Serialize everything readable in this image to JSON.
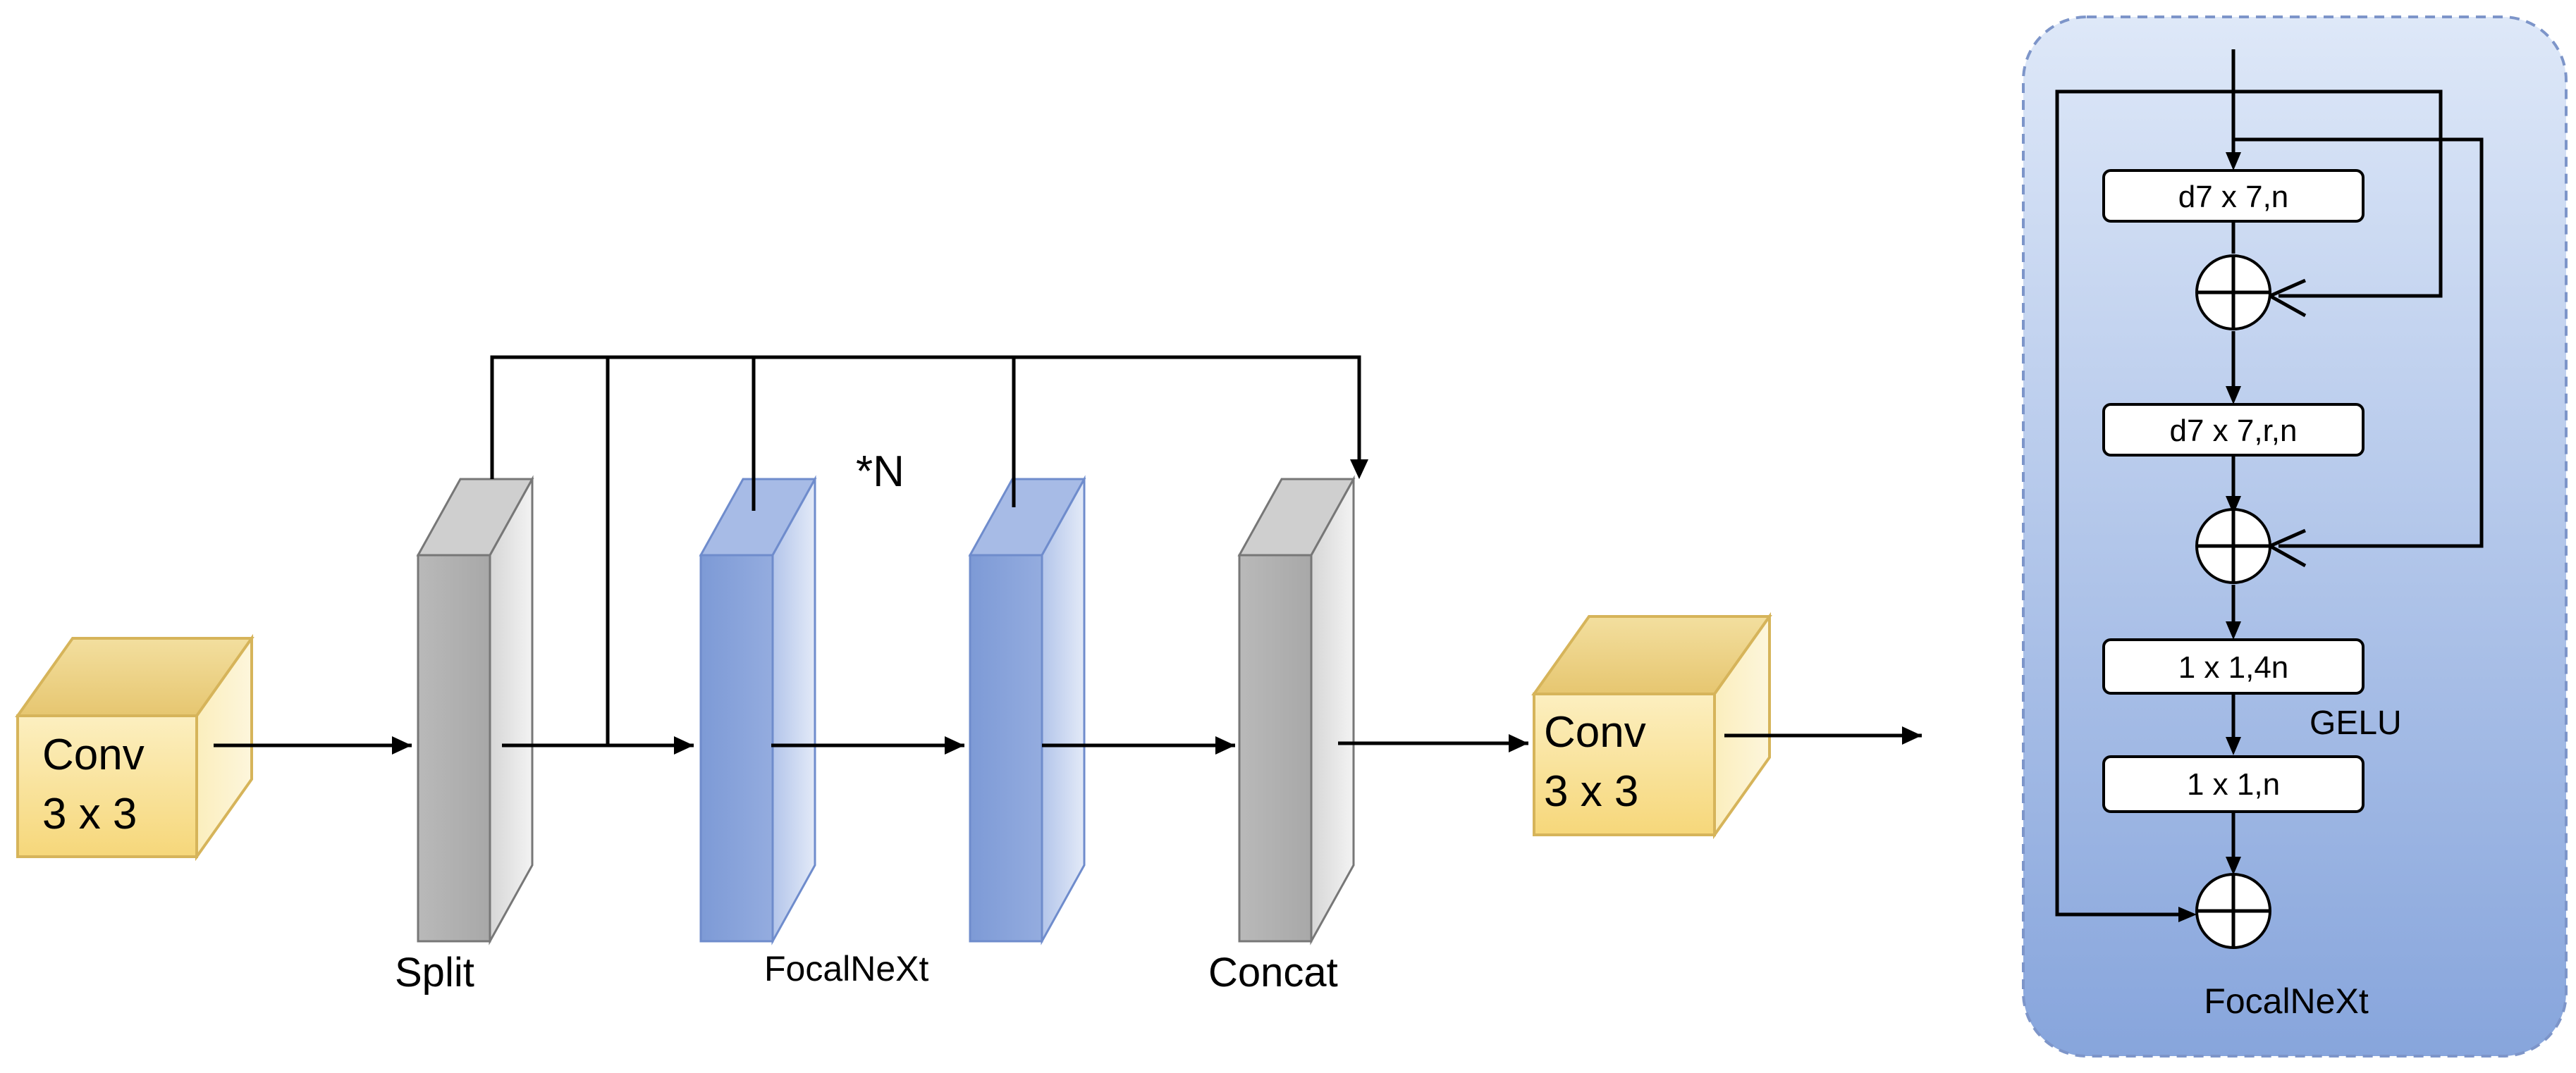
{
  "input_conv": {
    "line1": "Conv",
    "line2": "3 x 3"
  },
  "output_conv": {
    "line1": "Conv",
    "line2": "3 x 3"
  },
  "split_label": "Split",
  "concat_label": "Concat",
  "focal_label": "FocalNeXt",
  "repeat_label": "*N",
  "detail": {
    "title": "FocalNeXt",
    "box1": "d7 x 7,n",
    "box2": "d7 x 7,r,n",
    "box3": "1 x 1,4n",
    "box4": "1 x 1,n",
    "activation": "GELU"
  },
  "colors": {
    "conv_front": "#fde9a6",
    "conv_side": "#e3c77a",
    "gray_block": "#bdbdbd",
    "blue_block": "#8fa9dd",
    "panel_top": "#dbe6f8",
    "panel_bottom": "#8ba8de"
  }
}
